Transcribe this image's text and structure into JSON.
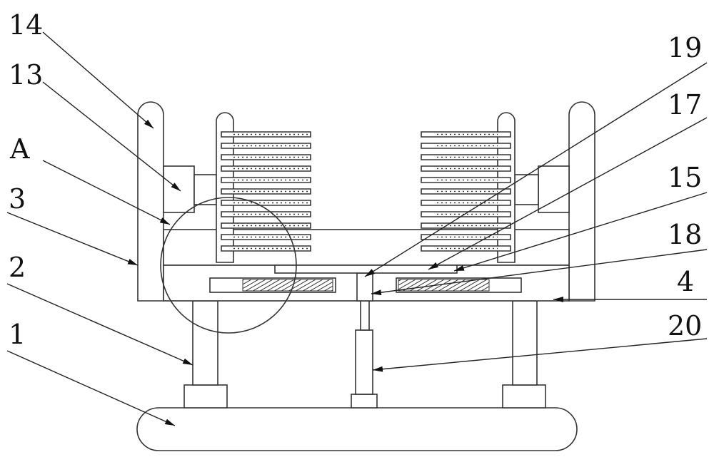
{
  "figure": {
    "labels": {
      "l14": "14",
      "l13": "13",
      "lA": "A",
      "l3": "3",
      "l2": "2",
      "l1": "1",
      "l19": "19",
      "l17": "17",
      "l15": "15",
      "l18": "18",
      "l4": "4",
      "l20": "20"
    },
    "fin_count": 11,
    "colors": {
      "line": "#333333",
      "background": "#ffffff"
    }
  }
}
